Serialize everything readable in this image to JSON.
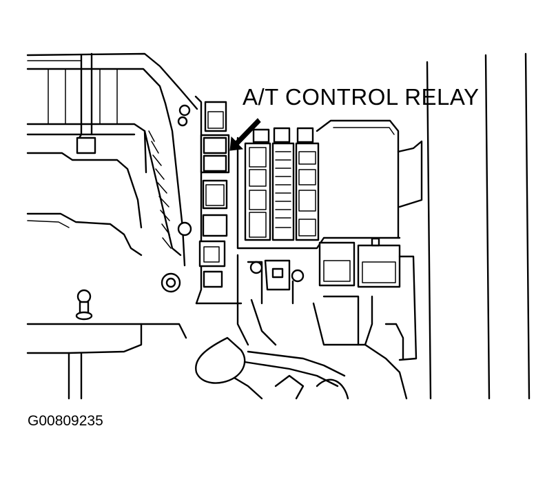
{
  "diagram": {
    "callout_label": "A/T CONTROL RELAY",
    "figure_id": "G00809235",
    "highlighted_component": "A/T CONTROL RELAY"
  }
}
